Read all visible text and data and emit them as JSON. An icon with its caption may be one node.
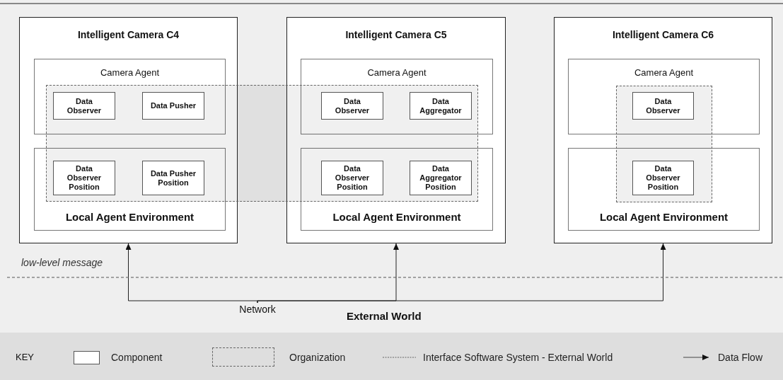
{
  "diagram": {
    "nodes": [
      {
        "text": [
          "Intelligent Camera C4"
        ]
      },
      {
        "text": [
          "Camera Agent"
        ],
        "in": 0
      },
      {
        "text": [
          "Data Observer"
        ]
      },
      {
        "text": [
          "Data Pusher"
        ]
      },
      {
        "text": [
          "Local Agent Environment"
        ],
        "in": 0
      },
      {
        "text": [
          "Data Observer Position"
        ]
      },
      {
        "text": [
          "Data Pusher Position"
        ]
      },
      {
        "text": [
          "Intelligent Camera C5"
        ]
      },
      {
        "text": [
          "Camera Agent"
        ],
        "in": 7
      },
      {
        "text": [
          "Data Observer"
        ]
      },
      {
        "text": [
          "Data Aggregator"
        ]
      },
      {
        "text": [
          "Local Agent Environment"
        ],
        "in": 7
      },
      {
        "text": [
          "Data Observer Position"
        ]
      },
      {
        "text": [
          "Data Aggregator Position"
        ]
      },
      {
        "text": [
          "Intelligent Camera C6"
        ]
      },
      {
        "text": [
          "Camera Agent"
        ],
        "in": 14
      },
      {
        "text": [
          "Data Observer"
        ]
      },
      {
        "text": [
          "Local Agent Environment"
        ],
        "in": 14
      },
      {
        "text": [
          "Data Observer Position"
        ]
      },
      {
        "text": [],
        "shape": "box"
      },
      {
        "text": [],
        "shape": "box",
        "in": 14
      },
      {
        "text": [
          "Network"
        ]
      }
    ],
    "edges": [
      {
        "from": 21,
        "to": 0,
        "arrow": "to"
      },
      {
        "from": 21,
        "to": 7,
        "arrow": "to"
      },
      {
        "from": 21,
        "to": 14,
        "arrow": "to"
      }
    ],
    "labels": [
      "low-level message",
      "External World",
      "KEY"
    ],
    "legend": [
      {
        "text": "Component"
      },
      {
        "text": "Organization"
      },
      {
        "text": "Interface Software System - External World"
      },
      {
        "text": "Data Flow"
      }
    ]
  }
}
